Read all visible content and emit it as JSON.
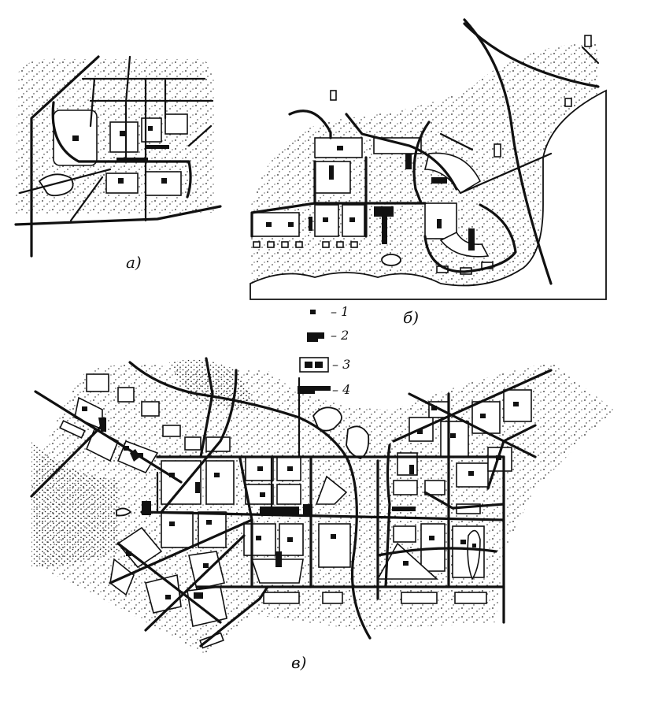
{
  "figure": {
    "panels": [
      {
        "id": "a",
        "caption": "а)"
      },
      {
        "id": "b",
        "caption": "б)"
      },
      {
        "id": "v",
        "caption": "в)"
      }
    ],
    "legend": [
      {
        "symbol": "small-building",
        "label": "– 1"
      },
      {
        "symbol": "building-group",
        "label": "– 2"
      },
      {
        "symbol": "framed-block",
        "label": "– 3"
      },
      {
        "symbol": "long-building",
        "label": "– 4"
      }
    ]
  }
}
